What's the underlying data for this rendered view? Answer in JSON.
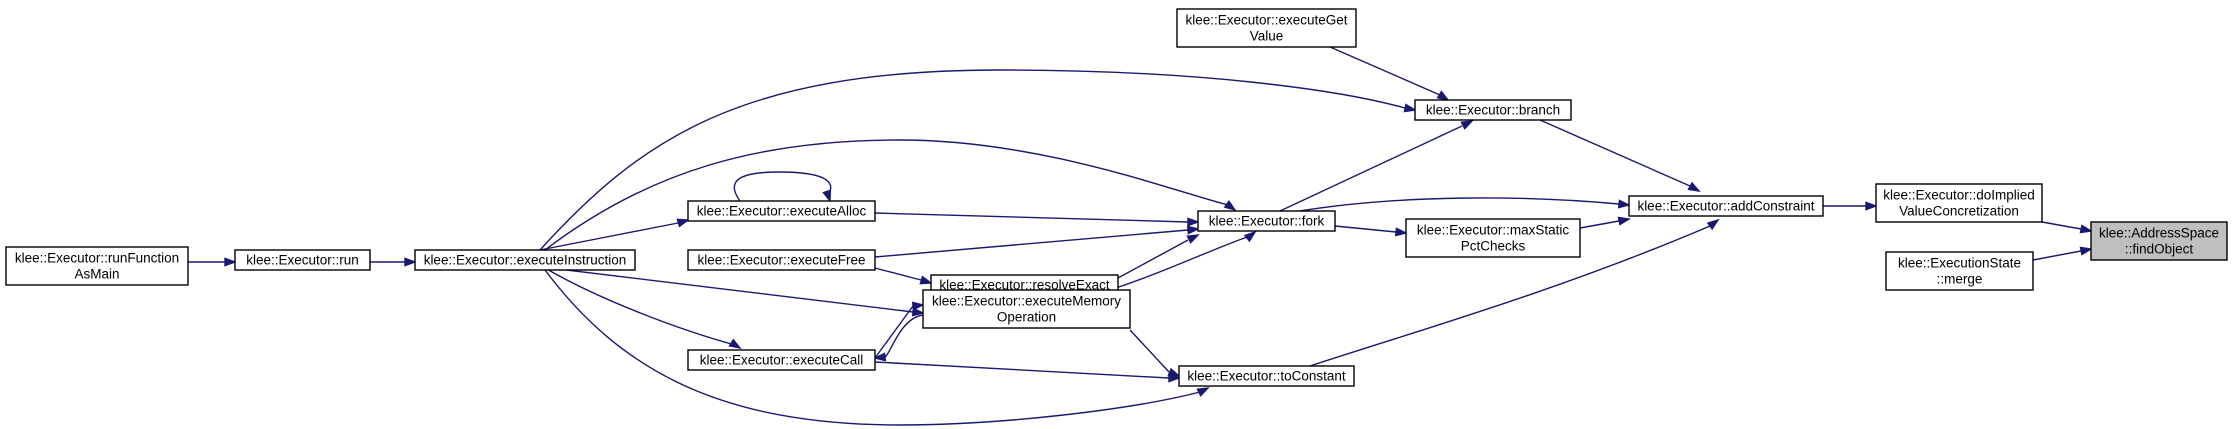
{
  "nodes": {
    "run_function_as_main": [
      "klee::Executor::runFunction",
      "AsMain"
    ],
    "run": [
      "klee::Executor::run"
    ],
    "execute_instruction": [
      "klee::Executor::executeInstruction"
    ],
    "execute_alloc": [
      "klee::Executor::executeAlloc"
    ],
    "execute_free": [
      "klee::Executor::executeFree"
    ],
    "execute_call": [
      "klee::Executor::executeCall"
    ],
    "resolve_exact": [
      "klee::Executor::resolveExact"
    ],
    "execute_memory_operation": [
      "klee::Executor::executeMemory",
      "Operation"
    ],
    "fork": [
      "klee::Executor::fork"
    ],
    "to_constant": [
      "klee::Executor::toConstant"
    ],
    "execute_get_value": [
      "klee::Executor::executeGet",
      "Value"
    ],
    "branch": [
      "klee::Executor::branch"
    ],
    "max_static_pct_checks": [
      "klee::Executor::maxStatic",
      "PctChecks"
    ],
    "add_constraint": [
      "klee::Executor::addConstraint"
    ],
    "do_implied_value_concretization": [
      "klee::Executor::doImplied",
      "ValueConcretization"
    ],
    "execution_state_merge": [
      "klee::ExecutionState",
      "::merge"
    ],
    "find_object": [
      "klee::AddressSpace",
      "::findObject"
    ]
  },
  "colors": {
    "edge": "#191970",
    "root_fill": "#bfbfbf",
    "node_fill": "#ffffff",
    "node_border": "#000000"
  }
}
